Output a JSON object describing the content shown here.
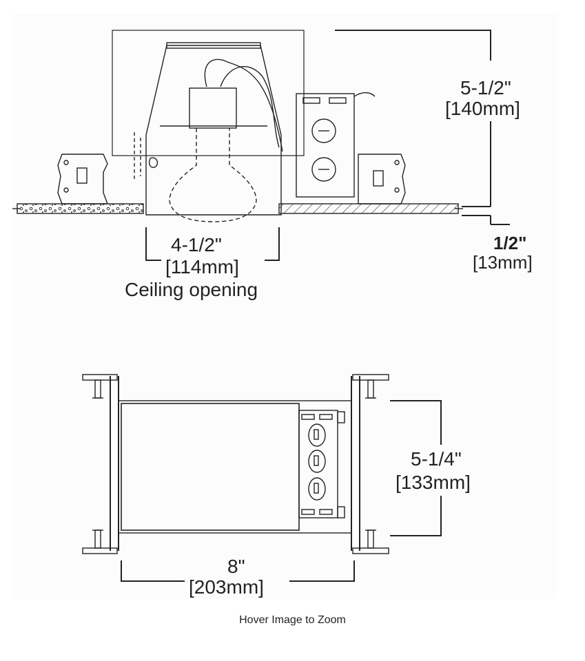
{
  "top_view": {
    "height_label": "5-1/2\"",
    "height_label_mm": "[140mm]",
    "trim_label": "1/2\"",
    "trim_label_mm": "[13mm]",
    "opening_label": "4-1/2\"",
    "opening_label_mm": "[114mm]",
    "opening_caption": "Ceiling opening"
  },
  "bottom_view": {
    "depth_label": "5-1/4\"",
    "depth_label_mm": "[133mm]",
    "width_label": "8\"",
    "width_label_mm": "[203mm]"
  },
  "caption": "Hover Image to Zoom"
}
